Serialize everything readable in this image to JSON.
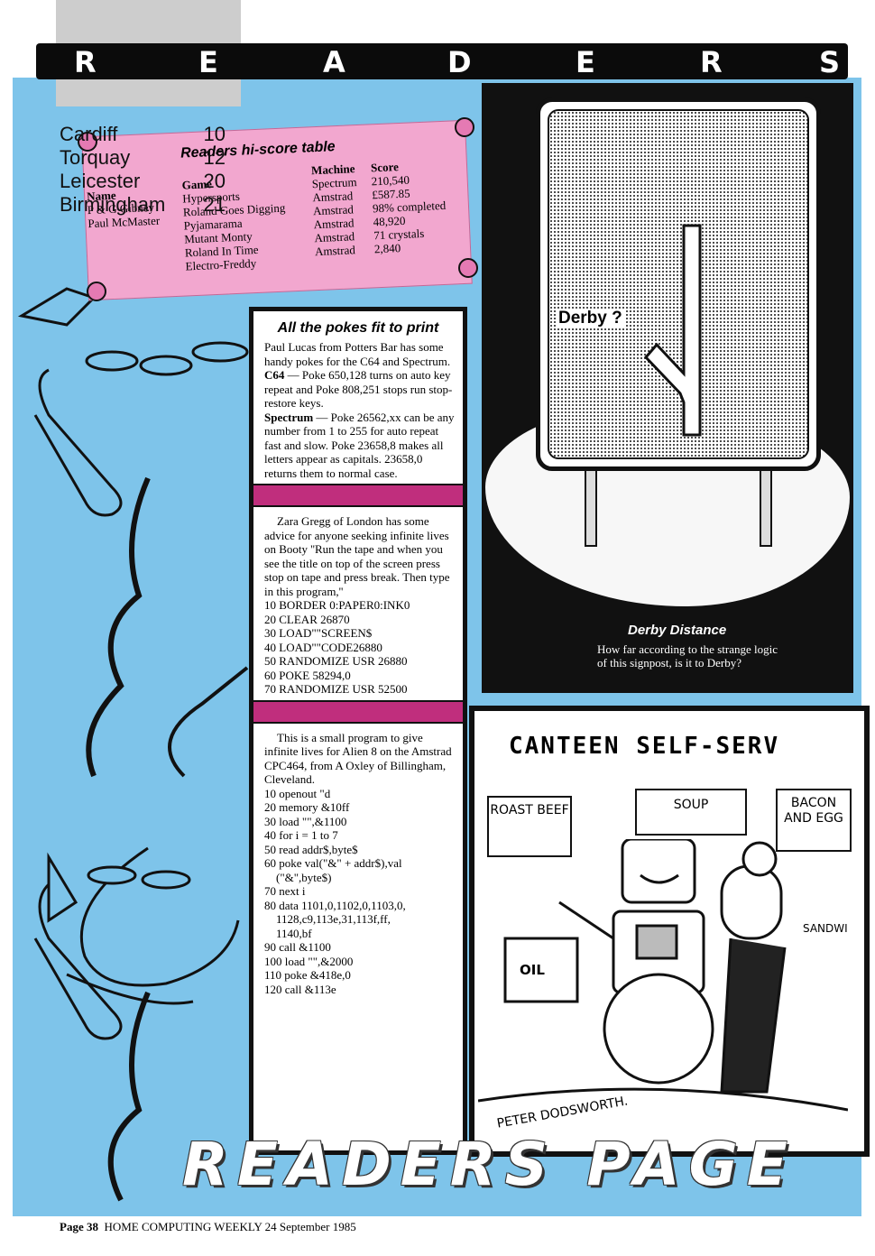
{
  "banner": {
    "letters": [
      "R",
      "E",
      "A",
      "D",
      "E",
      "R",
      "S"
    ]
  },
  "hiscore": {
    "title": "Readers hi-score table",
    "headers": {
      "name": "Name",
      "game": "Game",
      "machine": "Machine",
      "score": "Score"
    },
    "names": [
      "P & G Gibney",
      "Paul McMaster"
    ],
    "games": [
      "Hypersports",
      "Roland Goes Digging",
      "Pyjamarama",
      "Mutant Monty",
      "Roland In Time",
      "Electro-Freddy"
    ],
    "machines": [
      "Spectrum",
      "Amstrad",
      "Amstrad",
      "Amstrad",
      "Amstrad",
      "Amstrad"
    ],
    "scores": [
      "210,540",
      "£587.85",
      "98% completed",
      "48,920",
      "71 crystals",
      "2,840"
    ]
  },
  "pokes": {
    "title": "All the pokes fit to print",
    "intro": "Paul Lucas from Potters Bar has some handy pokes for the C64 and Spectrum.",
    "c64_label": "C64",
    "c64_text": " — Poke 650,128 turns on auto key repeat and Poke 808,251 stops run stop-restore keys.",
    "spectrum_label": "Spectrum",
    "spectrum_text": " — Poke 26562,xx can be any number from 1 to 255 for auto repeat fast and slow. Poke 23658,8 makes all letters appear as capitals. 23658,0 returns them to normal case.",
    "booty_intro": "Zara Gregg of London has some advice for anyone seeking infinite lives on Booty ''Run the tape and when you see the title on top of the screen press stop on tape and press break. Then type in this program,''",
    "booty_code": "10 BORDER 0:PAPER0:INK0\n20 CLEAR 26870\n30 LOAD\"\"SCREEN$\n40 LOAD\"\"CODE26880\n50 RANDOMIZE USR 26880\n60 POKE 58294,0\n70 RANDOMIZE USR 52500",
    "alien_intro": "This is a small program to give infinite lives for Alien 8 on the Amstrad CPC464, from A Oxley of Billingham, Cleveland.",
    "alien_code": "10 openout \"d\n20 memory &10ff\n30 load \"\",&1100\n40 for i = 1 to 7\n50 read addr$,byte$\n60 poke val(\"&\" + addr$),val\n    (\"&\",byte$)\n70 next i\n80 data 1101,0,1102,0,1103,0,\n    1128,c9,113e,31,113f,ff,\n    1140,bf\n90 call &1100\n100 load \"\",&2000\n110 poke &418e,0\n120 call &113e"
  },
  "signpost": {
    "towns": [
      {
        "name": "Cardiff",
        "dist": "10"
      },
      {
        "name": "Torquay",
        "dist": "12"
      },
      {
        "name": "Leicester",
        "dist": "20"
      },
      {
        "name": "Birmingham",
        "dist": "21"
      }
    ],
    "derby": "Derby ?",
    "caption_title": "Derby Distance",
    "caption_text": "How far according to the strange logic of this signpost, is it to Derby?"
  },
  "cartoon": {
    "heading": "CANTEEN  SELF-SERV",
    "boards": [
      "ROAST BEEF",
      "SOUP",
      "BACON AND EGG"
    ],
    "sandwich": "SANDWI",
    "can": "OIL",
    "signature": "PETER DODSWORTH."
  },
  "footer": {
    "title": "READERS PAGE",
    "page": "Page 38",
    "publication": "HOME COMPUTING WEEKLY 24 September 1985"
  }
}
